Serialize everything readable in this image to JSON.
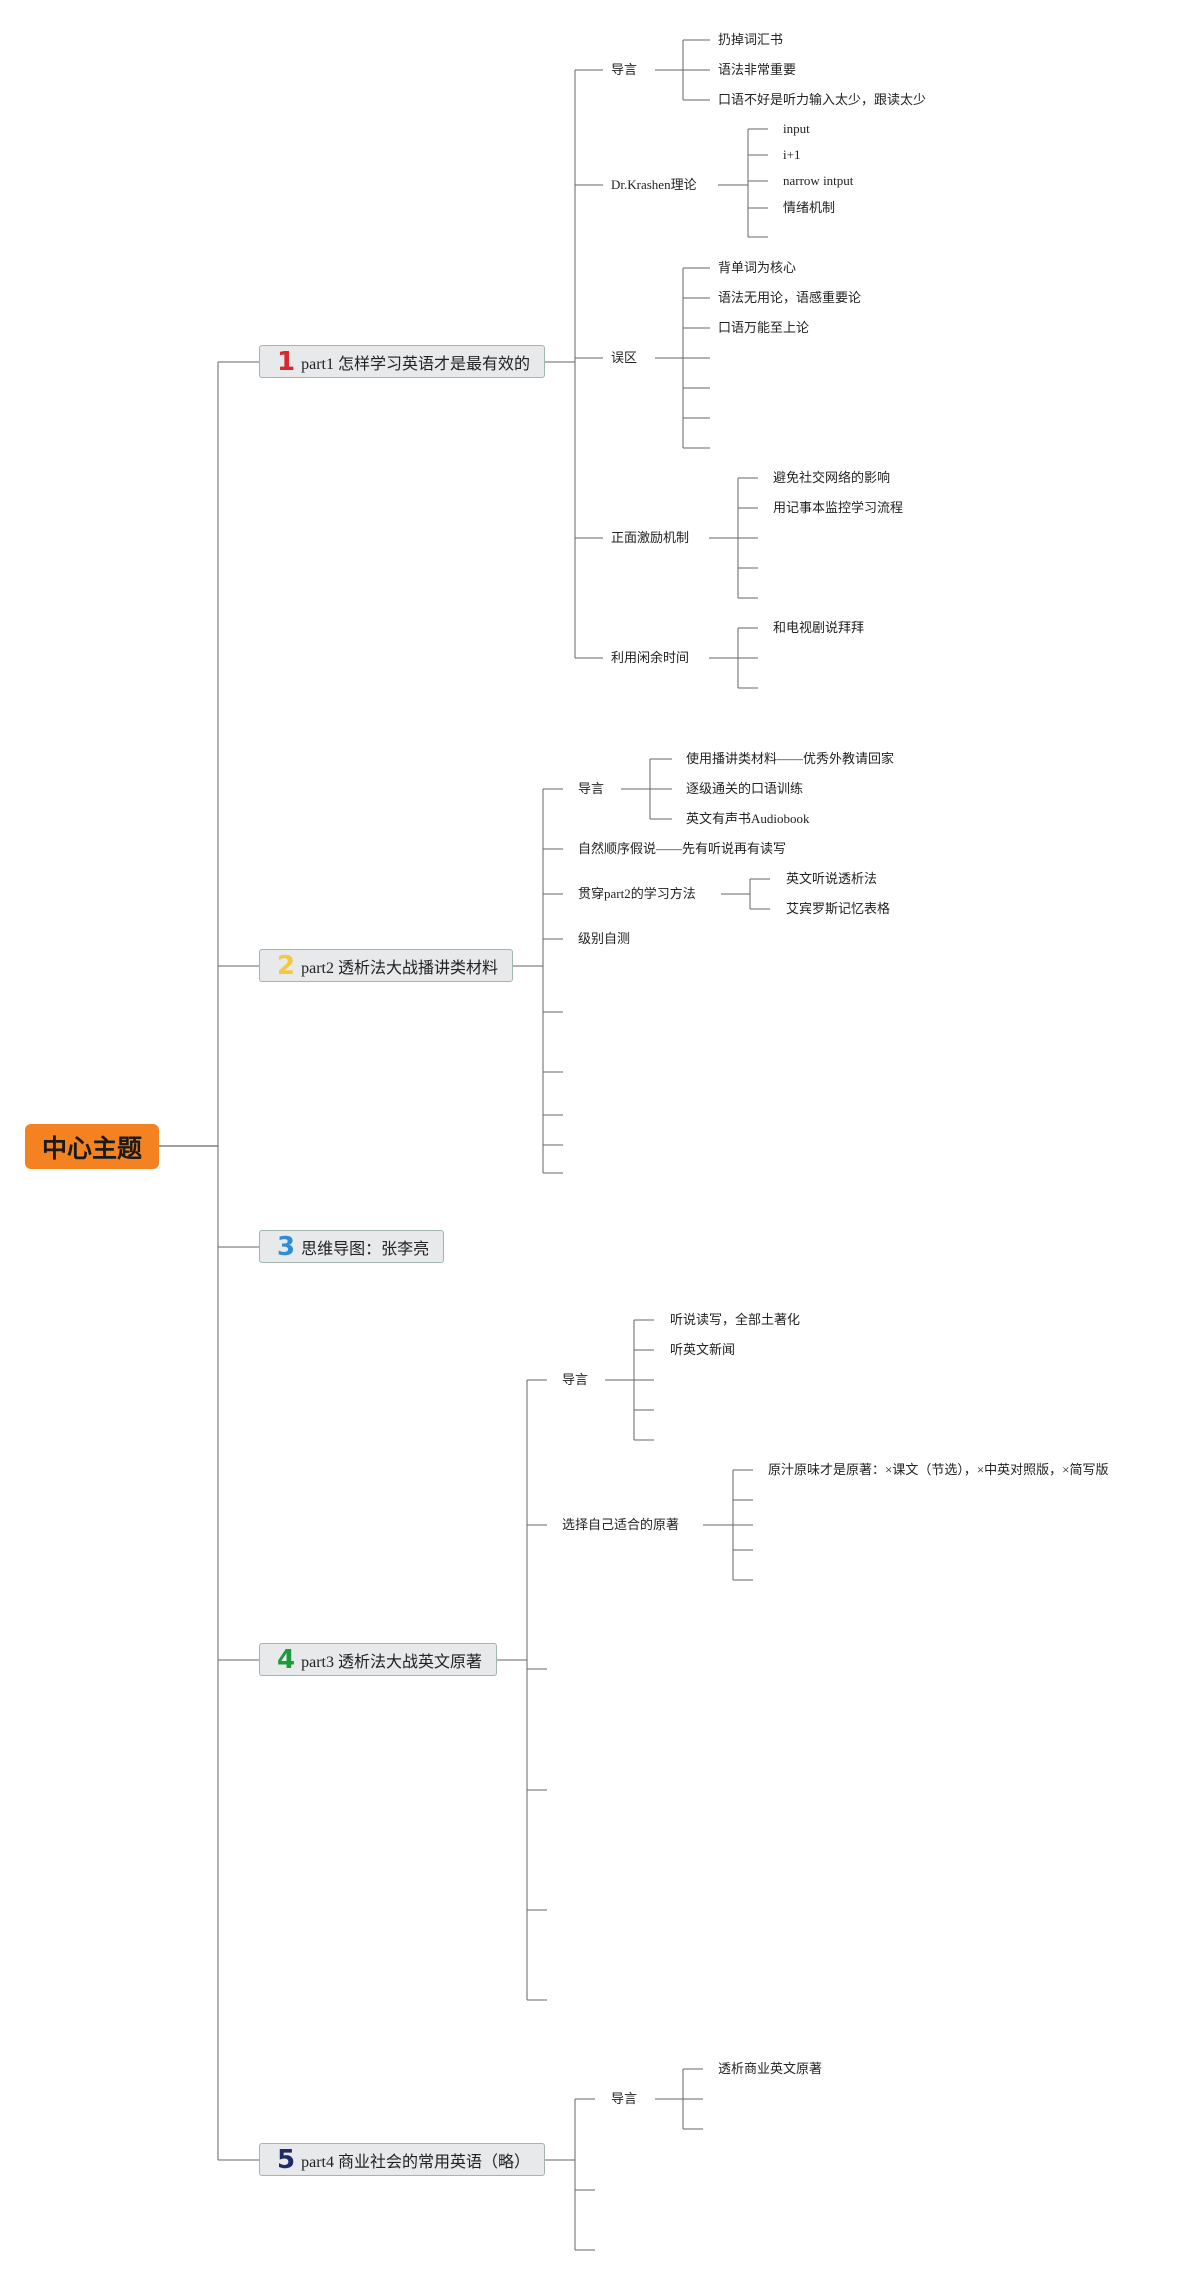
{
  "root": {
    "label": "中心主题"
  },
  "parts": [
    {
      "number": "1",
      "number_color": "#d6292f",
      "label": "part1 怎样学习英语才是最有效的"
    },
    {
      "number": "2",
      "number_color": "#f5c842",
      "label": "part2 透析法大战播讲类材料"
    },
    {
      "number": "3",
      "number_color": "#2c8fd6",
      "label": "思维导图：张李亮"
    },
    {
      "number": "4",
      "number_color": "#1e9a3a",
      "label": "part3 透析法大战英文原著"
    },
    {
      "number": "5",
      "number_color": "#1f2a6b",
      "label": "part4 商业社会的常用英语（略）"
    }
  ],
  "part1": {
    "daoyan": {
      "label": "导言",
      "items": [
        "扔掉词汇书",
        "语法非常重要",
        "口语不好是听力输入太少，跟读太少"
      ]
    },
    "krashen": {
      "label": "Dr.Krashen理论",
      "items": [
        "input",
        "i+1",
        "narrow intput",
        "情绪机制"
      ]
    },
    "wuqu": {
      "label": "误区",
      "items": [
        "背单词为核心",
        "语法无用论，语感重要论",
        "口语万能至上论"
      ]
    },
    "jili": {
      "label": "正面激励机制",
      "items": [
        "避免社交网络的影响",
        "用记事本监控学习流程"
      ]
    },
    "xianyu": {
      "label": "利用闲余时间",
      "items": [
        "和电视剧说拜拜"
      ]
    }
  },
  "part2": {
    "daoyan": {
      "label": "导言",
      "items": [
        "使用播讲类材料——优秀外教请回家",
        "逐级通关的口语训练",
        "英文有声书Audiobook"
      ]
    },
    "ziran": {
      "label": "自然顺序假说——先有听说再有读写"
    },
    "guanchuan": {
      "label": "贯穿part2的学习方法",
      "items": [
        "英文听说透析法",
        "艾宾罗斯记忆表格"
      ]
    },
    "jibie": {
      "label": "级别自测"
    }
  },
  "part3": {
    "daoyan": {
      "label": "导言",
      "items": [
        "听说读写，全部土著化",
        "听英文新闻"
      ]
    },
    "xuanze": {
      "label": "选择自己适合的原著",
      "items": [
        "原汁原味才是原著：×课文（节选），×中英对照版，×简写版"
      ]
    }
  },
  "part4": {
    "daoyan": {
      "label": "导言",
      "items": [
        "透析商业英文原著"
      ]
    }
  }
}
